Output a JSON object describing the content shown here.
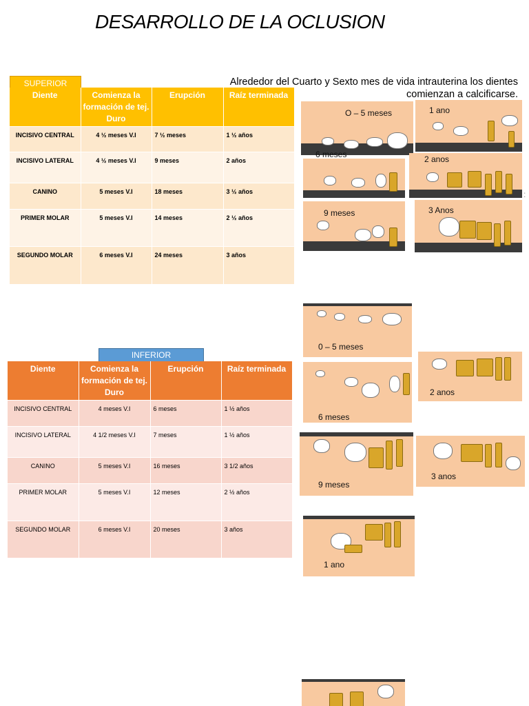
{
  "page_title": "DESARROLLO DE LA OCLUSION",
  "intro": "Alrededor del Cuarto y Sexto mes de vida intrauterina los dientes comienzan a calcificarse.",
  "superior": {
    "label": "SUPERIOR",
    "headers": [
      "Diente",
      "Comienza la formación de tej. Duro",
      "Erupción",
      "Raíz terminada"
    ],
    "rows": [
      [
        "INCISIVO CENTRAL",
        "4 ½ meses V.I",
        "7 ½ meses",
        "1 ½ años"
      ],
      [
        "INCISIVO LATERAL",
        "4 ½ meses V.I",
        "9 meses",
        "2 años"
      ],
      [
        "CANINO",
        "5 meses V.I",
        "18 meses",
        "3 ½  años"
      ],
      [
        "PRIMER MOLAR",
        "5 meses V.I",
        "14 meses",
        "2 ½ años"
      ],
      [
        "SEGUNDO MOLAR",
        "6 meses V.I",
        "24 meses",
        "3 años"
      ]
    ]
  },
  "inferior": {
    "label": "INFERIOR",
    "headers": [
      "Diente",
      "Comienza la formación de tej. Duro",
      "Erupción",
      "Raíz terminada"
    ],
    "rows": [
      [
        "INCISIVO CENTRAL",
        "4  meses V.I",
        "6 meses",
        "1 ½ años"
      ],
      [
        "INCISIVO LATERAL",
        "4 1/2 meses V.I",
        "7 meses",
        "1 ½ años"
      ],
      [
        "CANINO",
        "5 meses V.I",
        "16 meses",
        "3 1/2 años"
      ],
      [
        "PRIMER MOLAR",
        "5 meses V.I",
        "12 meses",
        "2 ½ años"
      ],
      [
        "SEGUNDO MOLAR",
        "6 meses V.I",
        "20 meses",
        "3 años"
      ]
    ]
  },
  "upper_images": {
    "0_5": "O – 5 meses",
    "1ano": "1 ano",
    "6m": "6 meses",
    "2anos": "2 anos",
    "9m": "9 meses",
    "3anos": "3  Anos"
  },
  "lower_images": {
    "0_5": "0 – 5 meses",
    "6m": "6 meses",
    "2anos": "2 anos",
    "9m": "9 meses",
    "3anos": "3 anos",
    "1ano": "1 ano"
  },
  "colors": {
    "superior": "#FFC000",
    "inferior": "#ED7D31",
    "inferior_label": "#5B9BD5"
  },
  "icons": [
    "dental-development-illustration"
  ]
}
